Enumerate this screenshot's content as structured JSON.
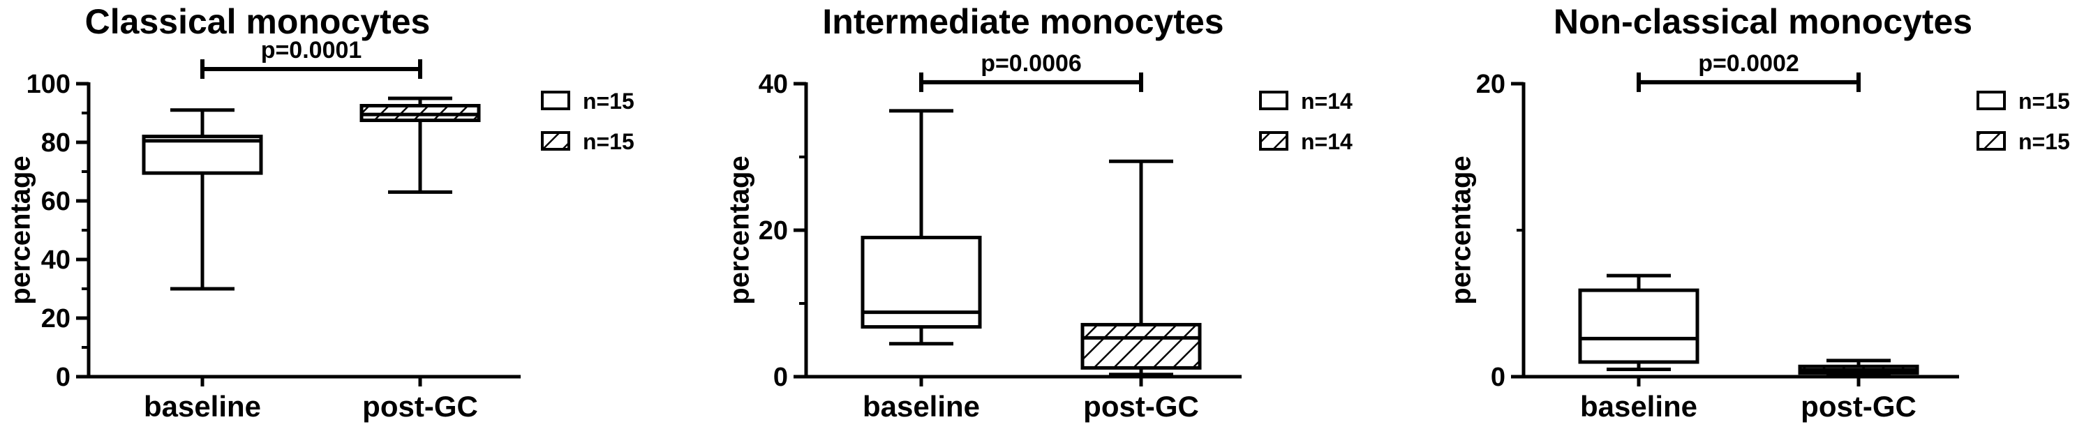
{
  "chart_data": [
    {
      "type": "boxplot",
      "title": "Classical monocytes",
      "ylabel": "percentage",
      "ylim": [
        0,
        100
      ],
      "yticks": [
        "0",
        "20",
        "40",
        "60",
        "80",
        "100"
      ],
      "ytick_values": [
        0,
        20,
        40,
        60,
        80,
        100
      ],
      "categories": [
        "baseline",
        "post-GC"
      ],
      "boxes": [
        {
          "min": 30,
          "q1": 69.5,
          "median": 80.5,
          "q3": 82,
          "max": 91,
          "pattern": "solid"
        },
        {
          "min": 63,
          "q1": 87.5,
          "median": 89.5,
          "q3": 92.5,
          "max": 95,
          "pattern": "hatched"
        }
      ],
      "legend": [
        {
          "label": "n=15",
          "pattern": "solid"
        },
        {
          "label": "n=15",
          "pattern": "hatched"
        }
      ],
      "pvalue": "p=0.0001",
      "pvalue_y": 105
    },
    {
      "type": "boxplot",
      "title": "Intermediate monocytes",
      "ylabel": "percentage",
      "ylim": [
        0,
        40
      ],
      "yticks": [
        "0",
        "20",
        "40"
      ],
      "ytick_values": [
        0,
        20,
        40
      ],
      "categories": [
        "baseline",
        "post-GC"
      ],
      "boxes": [
        {
          "min": 4.5,
          "q1": 6.8,
          "median": 8.8,
          "q3": 19,
          "max": 36.3,
          "pattern": "solid"
        },
        {
          "min": 0.3,
          "q1": 1.2,
          "median": 5.3,
          "q3": 7.1,
          "max": 29.4,
          "pattern": "hatched"
        }
      ],
      "legend": [
        {
          "label": "n=14",
          "pattern": "solid"
        },
        {
          "label": "n=14",
          "pattern": "hatched"
        }
      ],
      "pvalue": "p=0.0006",
      "pvalue_y": 40.2
    },
    {
      "type": "boxplot",
      "title": "Non-classical monocytes",
      "ylabel": "percentage",
      "ylim": [
        0,
        20
      ],
      "yticks": [
        "0",
        "20"
      ],
      "ytick_values": [
        0,
        20
      ],
      "categories": [
        "baseline",
        "post-GC"
      ],
      "boxes": [
        {
          "min": 0.5,
          "q1": 1.0,
          "median": 2.6,
          "q3": 5.9,
          "max": 6.9,
          "pattern": "solid"
        },
        {
          "min": 0.1,
          "q1": 0.25,
          "median": 0.45,
          "q3": 0.7,
          "max": 1.1,
          "pattern": "hatched"
        }
      ],
      "legend": [
        {
          "label": "n=15",
          "pattern": "solid"
        },
        {
          "label": "n=15",
          "pattern": "hatched"
        }
      ],
      "pvalue": "p=0.0002",
      "pvalue_y": 20.1
    }
  ]
}
